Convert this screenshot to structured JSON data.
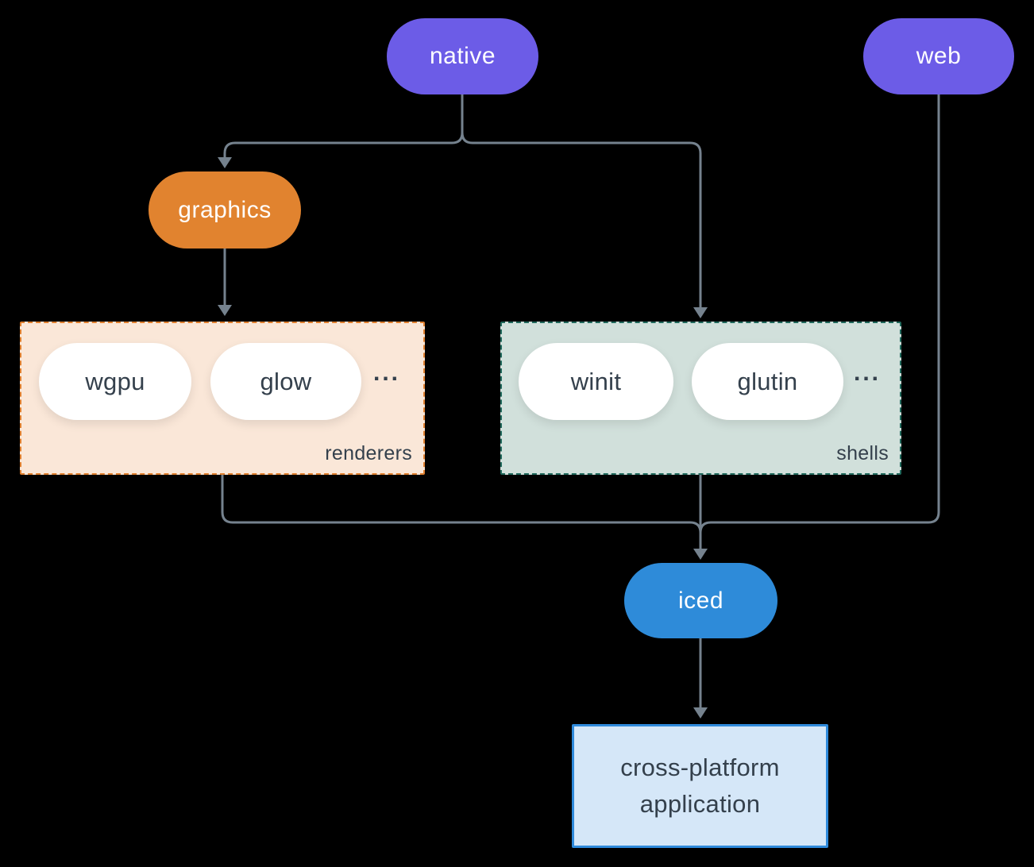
{
  "nodes": {
    "native": {
      "label": "native",
      "color": "#6C5CE7",
      "text_color": "#FFFFFF"
    },
    "web": {
      "label": "web",
      "color": "#6C5CE7",
      "text_color": "#FFFFFF"
    },
    "graphics": {
      "label": "graphics",
      "color": "#E1832F",
      "text_color": "#FFFFFF"
    },
    "iced": {
      "label": "iced",
      "color": "#2E8BD9",
      "text_color": "#FFFFFF"
    },
    "application": {
      "label": "cross-platform application",
      "fill": "#D5E7F8",
      "border_color": "#2F8ADB",
      "text_color": "#34404C"
    }
  },
  "groups": {
    "renderers": {
      "label": "renderers",
      "fill": "#FAE7D8",
      "border_color": "#E0802F",
      "items": [
        {
          "label": "wgpu"
        },
        {
          "label": "glow"
        }
      ],
      "ellipsis": "..."
    },
    "shells": {
      "label": "shells",
      "fill": "#D1E0DB",
      "border_color": "#20695C",
      "items": [
        {
          "label": "winit"
        },
        {
          "label": "glutin"
        }
      ],
      "ellipsis": "..."
    }
  },
  "style": {
    "background": "#000000",
    "connector_color": "#75828E",
    "item_pill_fill": "#FFFFFF",
    "dark_text_color": "#34404C"
  }
}
